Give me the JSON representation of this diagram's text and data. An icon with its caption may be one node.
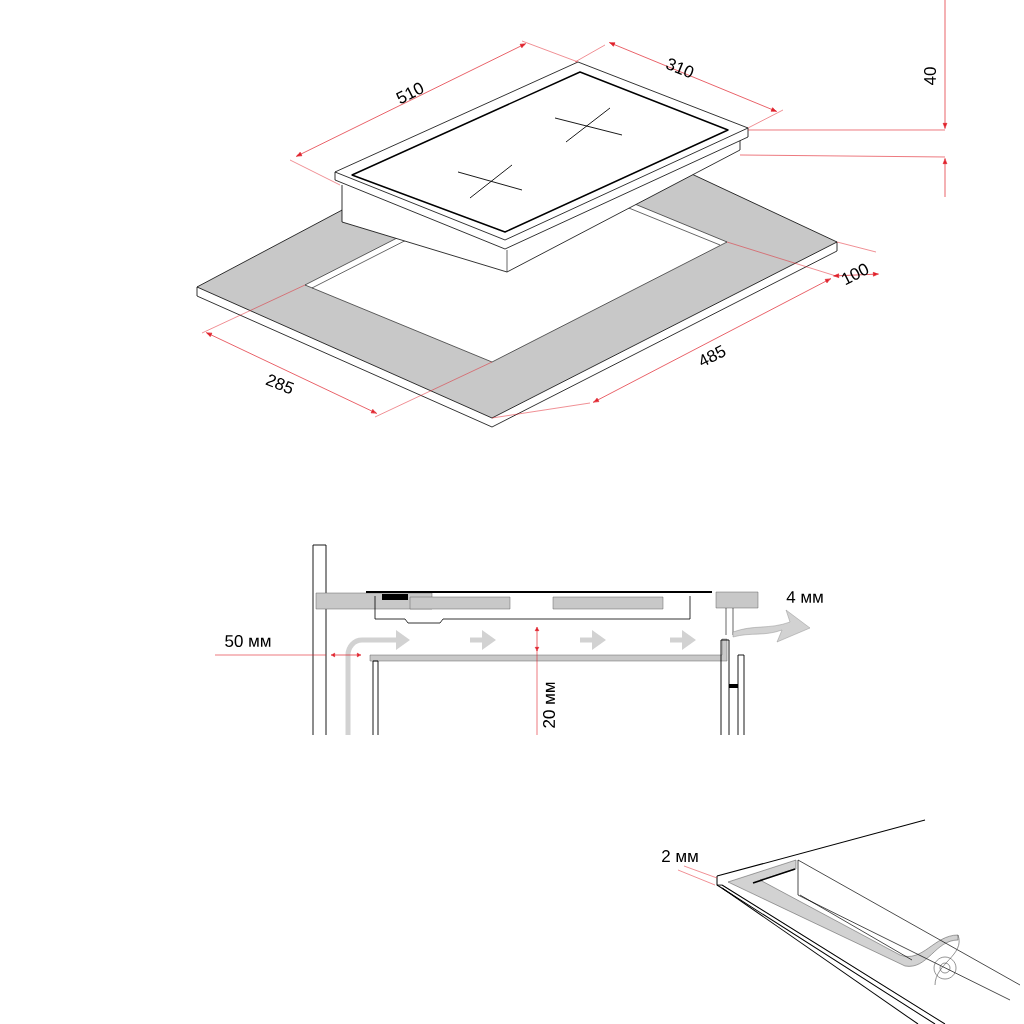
{
  "diagram": {
    "labels": [
      "510",
      "310",
      "40",
      "100",
      "485",
      "285",
      "4 мм",
      "50 мм",
      "20 мм",
      "2 мм"
    ]
  }
}
